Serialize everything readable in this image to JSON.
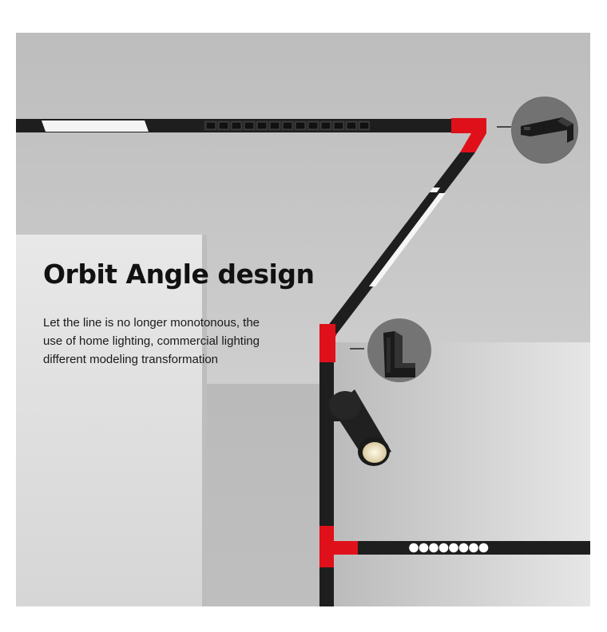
{
  "headline": "Orbit Angle design",
  "body_lines": [
    "Let the line is no longer monotonous, the",
    "use of home lighting, commercial lighting",
    "different modeling transformation"
  ],
  "colors": {
    "accent_connector": "#e0101a",
    "track": "#1e1e1e",
    "ceiling": "#c9c9c9",
    "text": "#111111"
  },
  "icons": [
    "corner-connector-icon",
    "l-connector-icon"
  ]
}
